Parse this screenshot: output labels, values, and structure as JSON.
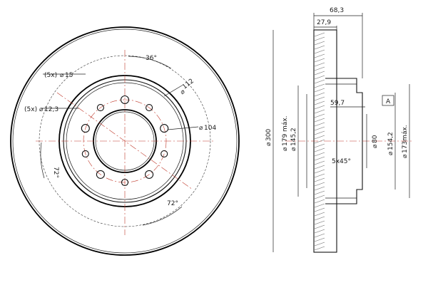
{
  "front_view": {
    "bolt_count_label": "(5x)",
    "bolt_hole_dia": "15",
    "small_hole_count_label": "(5x)",
    "small_hole_dia": "12,3",
    "angle_top": "36°",
    "angle_bottom": "72°",
    "angle_left": "72°",
    "pcd_112": "112",
    "pcd_104": "104"
  },
  "section_view": {
    "total_height": "68,3",
    "disc_thickness": "27,9",
    "hub_depth": "59,7",
    "outer_dia": "300",
    "dia_179": "179 máx.",
    "dia_145": "145,2",
    "dia_80": "80",
    "dia_154": "154,2",
    "dia_173": "173máx.",
    "chamfer": "5x45°",
    "view_marker": "A"
  },
  "symbols": {
    "diameter": "⌀"
  }
}
